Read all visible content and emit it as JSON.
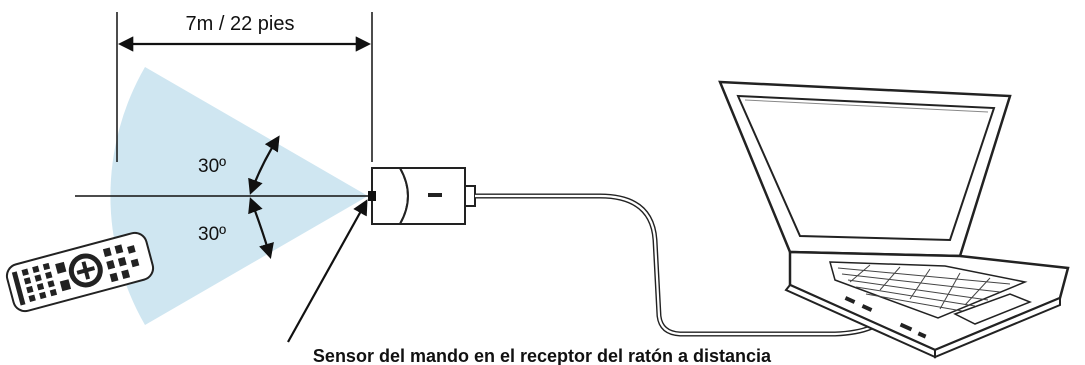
{
  "diagram": {
    "distance_label": "7m / 22 pies",
    "angle_upper": "30º",
    "angle_lower": "30º",
    "caption": "Sensor del mando en el receptor del ratón a distancia"
  },
  "colors": {
    "coverage_fill": "#cfe6f1",
    "line": "#111111",
    "device_body": "#ffffff"
  },
  "icons": {
    "remote": "remote-control-icon",
    "receiver": "mouse-receiver-icon",
    "laptop": "laptop-icon",
    "cable": "usb-cable-icon"
  }
}
